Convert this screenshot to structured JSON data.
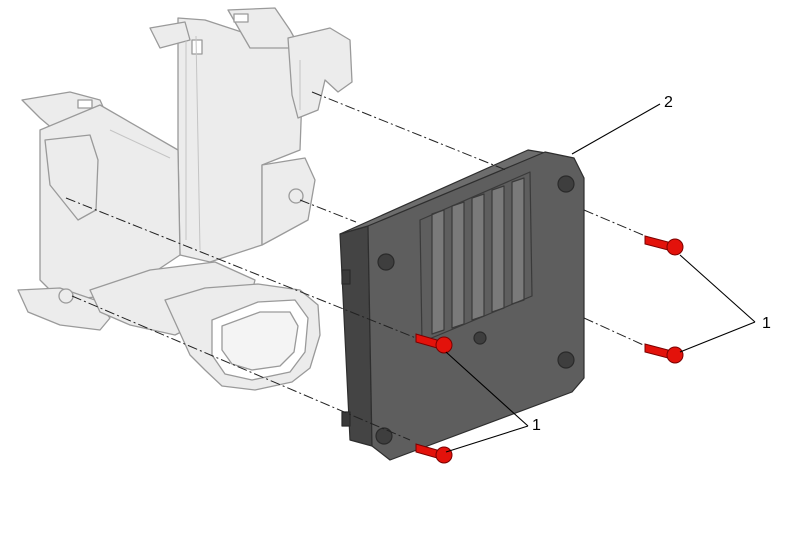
{
  "diagram": {
    "callouts": [
      {
        "id": "bolts-right",
        "label": "1"
      },
      {
        "id": "bolts-left",
        "label": "1"
      },
      {
        "id": "module",
        "label": "2"
      }
    ],
    "colors": {
      "bracket_fill": "#ececec",
      "bracket_stroke": "#9a9a9a",
      "module_fill": "#5e5e5e",
      "module_dark": "#444444",
      "module_light": "#7a7a7a",
      "bolt_red": "#e3120b",
      "leader_line": "#000000"
    }
  }
}
